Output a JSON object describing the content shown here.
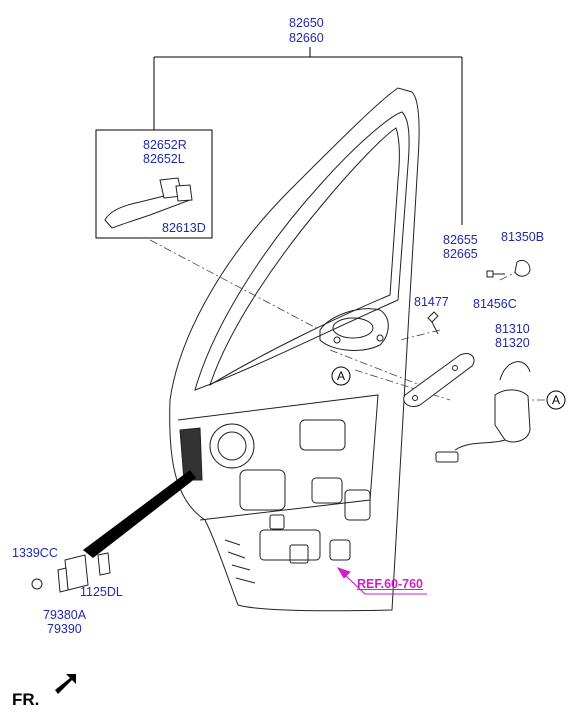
{
  "labels": {
    "assembly_top": "82650",
    "assembly_bottom": "82660",
    "handle_r": "82652R",
    "handle_l": "82652L",
    "cover": "82613D",
    "inner_handle_a": "82655",
    "inner_handle_b": "82665",
    "clip": "81350B",
    "screw": "81477",
    "screw2": "81456C",
    "latch_a": "81310",
    "latch_b": "81320",
    "nut": "1339CC",
    "bolt": "1125DL",
    "hinge_a": "79380A",
    "hinge_b": "79390",
    "reference": "REF.60-760",
    "callout_a": "A",
    "front": "FR."
  }
}
